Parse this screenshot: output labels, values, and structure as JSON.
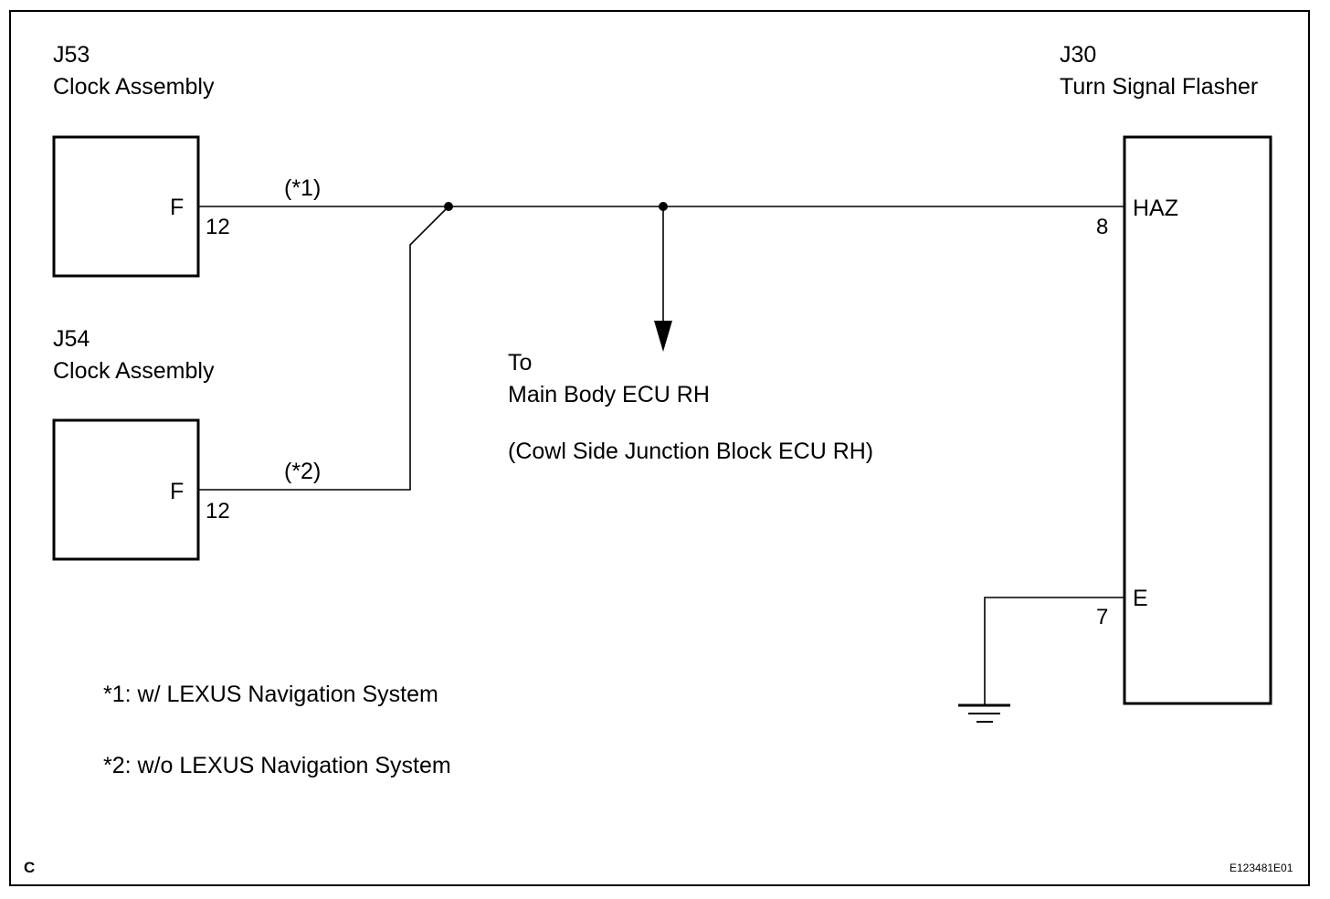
{
  "frame_corner_label": "C",
  "figure_code": "E123481E01",
  "components": {
    "j53": {
      "code": "J53",
      "name": "Clock Assembly",
      "terminal": "F",
      "pin": "12",
      "wire_label": "(*1)"
    },
    "j54": {
      "code": "J54",
      "name": "Clock Assembly",
      "terminal": "F",
      "pin": "12",
      "wire_label": "(*2)"
    },
    "j30": {
      "code": "J30",
      "name": "Turn Signal Flasher",
      "terminals": [
        {
          "name": "HAZ",
          "pin": "8"
        },
        {
          "name": "E",
          "pin": "7"
        }
      ]
    }
  },
  "destination": {
    "line1": "To",
    "line2": "Main Body ECU RH",
    "line3": "(Cowl Side Junction Block ECU RH)"
  },
  "notes": [
    "*1: w/ LEXUS Navigation System",
    "*2: w/o LEXUS Navigation System"
  ]
}
